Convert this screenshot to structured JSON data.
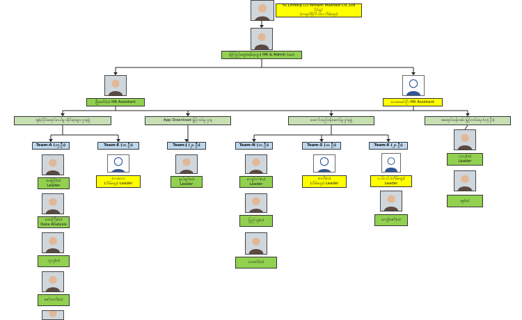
{
  "top": {
    "company": "Yu Linfeng (ခ) William Mashalo Co.,Ltd ပိုင်ရှင်",
    "role": "(တရုတ်နိုင်ငံသား တိမ်ရှေး)"
  },
  "hr_admin": {
    "name": "မြကြည်ဆွေ(မန်နေဂျာ) HR & Admin (မမ)"
  },
  "assistants": [
    {
      "name": "ဖြိုးမော်(မ) HR Assistant"
    },
    {
      "name": "ဟေမာမင်းဦး HR Assistant"
    }
  ],
  "departments": [
    {
      "name": "အွန်လိုင်းရောင်းဝယ်မှု ဆိုင်ရာများ ဌာနဖွဲ့"
    },
    {
      "name": "App Download မြှင့်တင်မှု ဌာန"
    },
    {
      "name": "ဖောက်သည်ဝန်ဆောင်မှု ဌာနဖွဲ့"
    },
    {
      "name": "အရောင်းဝန်ထမ်း မြှင့်တင်ရေး (၁၅ ဦး)"
    }
  ],
  "teams": [
    {
      "label": "Team-A (၁၅ ဦး)"
    },
    {
      "label": "Team-E (၁၀ ဦး)"
    },
    {
      "label": "Team-J (၂၀ ဦး)"
    },
    {
      "label": "Team-N (၁၀ ဦး)"
    },
    {
      "label": "Team-S (၁၀ ဦး)"
    },
    {
      "label": "Team-X (၂၀ ဦး)"
    }
  ],
  "people": {
    "a1": {
      "name": "မေမြင့်(မ)",
      "role": "Leader"
    },
    "a2": {
      "name": "ဆေးကြီး(မ)",
      "role": "Data Analysis"
    },
    "a3": {
      "name": "သူသူ(မ)",
      "role": ""
    },
    "a4": {
      "name": "ဇော်ထက်(ဖ)",
      "role": ""
    },
    "e1": {
      "name": "လေးလေး",
      "role": "(တိမ်ရှေး) Leader"
    },
    "j1": {
      "name": "ရှယ်ရှင်(မ)",
      "role": "Leader"
    },
    "n1": {
      "name": "ကျော်ဝင်း(ဖ)",
      "role": "Leader"
    },
    "n2": {
      "name": "ပြည်သူ(ဖ)",
      "role": ""
    },
    "n3": {
      "name": "ဝေဇော်(ဖ)",
      "role": ""
    },
    "s1": {
      "name": "ဇာတိ(ဖ)",
      "role": "(တိမ်ရှေး) Leader"
    },
    "x1": {
      "name": "ငယ်ငယ် (တိမ်ရှေး)",
      "role": "Leader"
    },
    "x2": {
      "name": "ကျော်ဇော်(ဖ)",
      "role": ""
    },
    "p1": {
      "name": "ယုယု(မ)",
      "role": "Leader"
    },
    "p2": {
      "name": "နုနု(မ)",
      "role": ""
    }
  },
  "colors": {
    "green": "#92d050",
    "yellow": "#ffff00",
    "lightgreen": "#c6e0b4",
    "team": "#bdd7ee"
  }
}
